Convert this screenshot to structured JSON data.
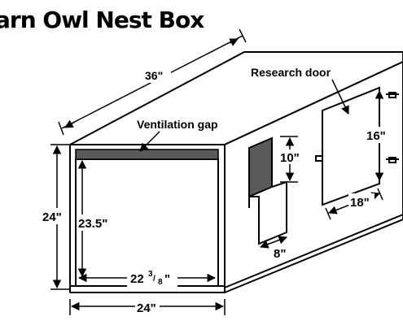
{
  "title": "arn Owl Nest Box",
  "labels": {
    "length": "36\"",
    "ventilation": "Ventilation gap",
    "research_door": "Research door",
    "height_outer": "24\"",
    "height_inner": "23.5\"",
    "inner_width_whole": "22",
    "inner_width_num": "3",
    "inner_width_den": "8",
    "inner_width_end": "\"",
    "width_outer": "24\"",
    "entrance_height": "10\"",
    "entrance_width": "8\"",
    "door_height": "16\"",
    "door_width": "18\""
  },
  "colors": {
    "line": "#000000",
    "gap_fill": "#5a5a5a",
    "paper": "#ffffff"
  }
}
